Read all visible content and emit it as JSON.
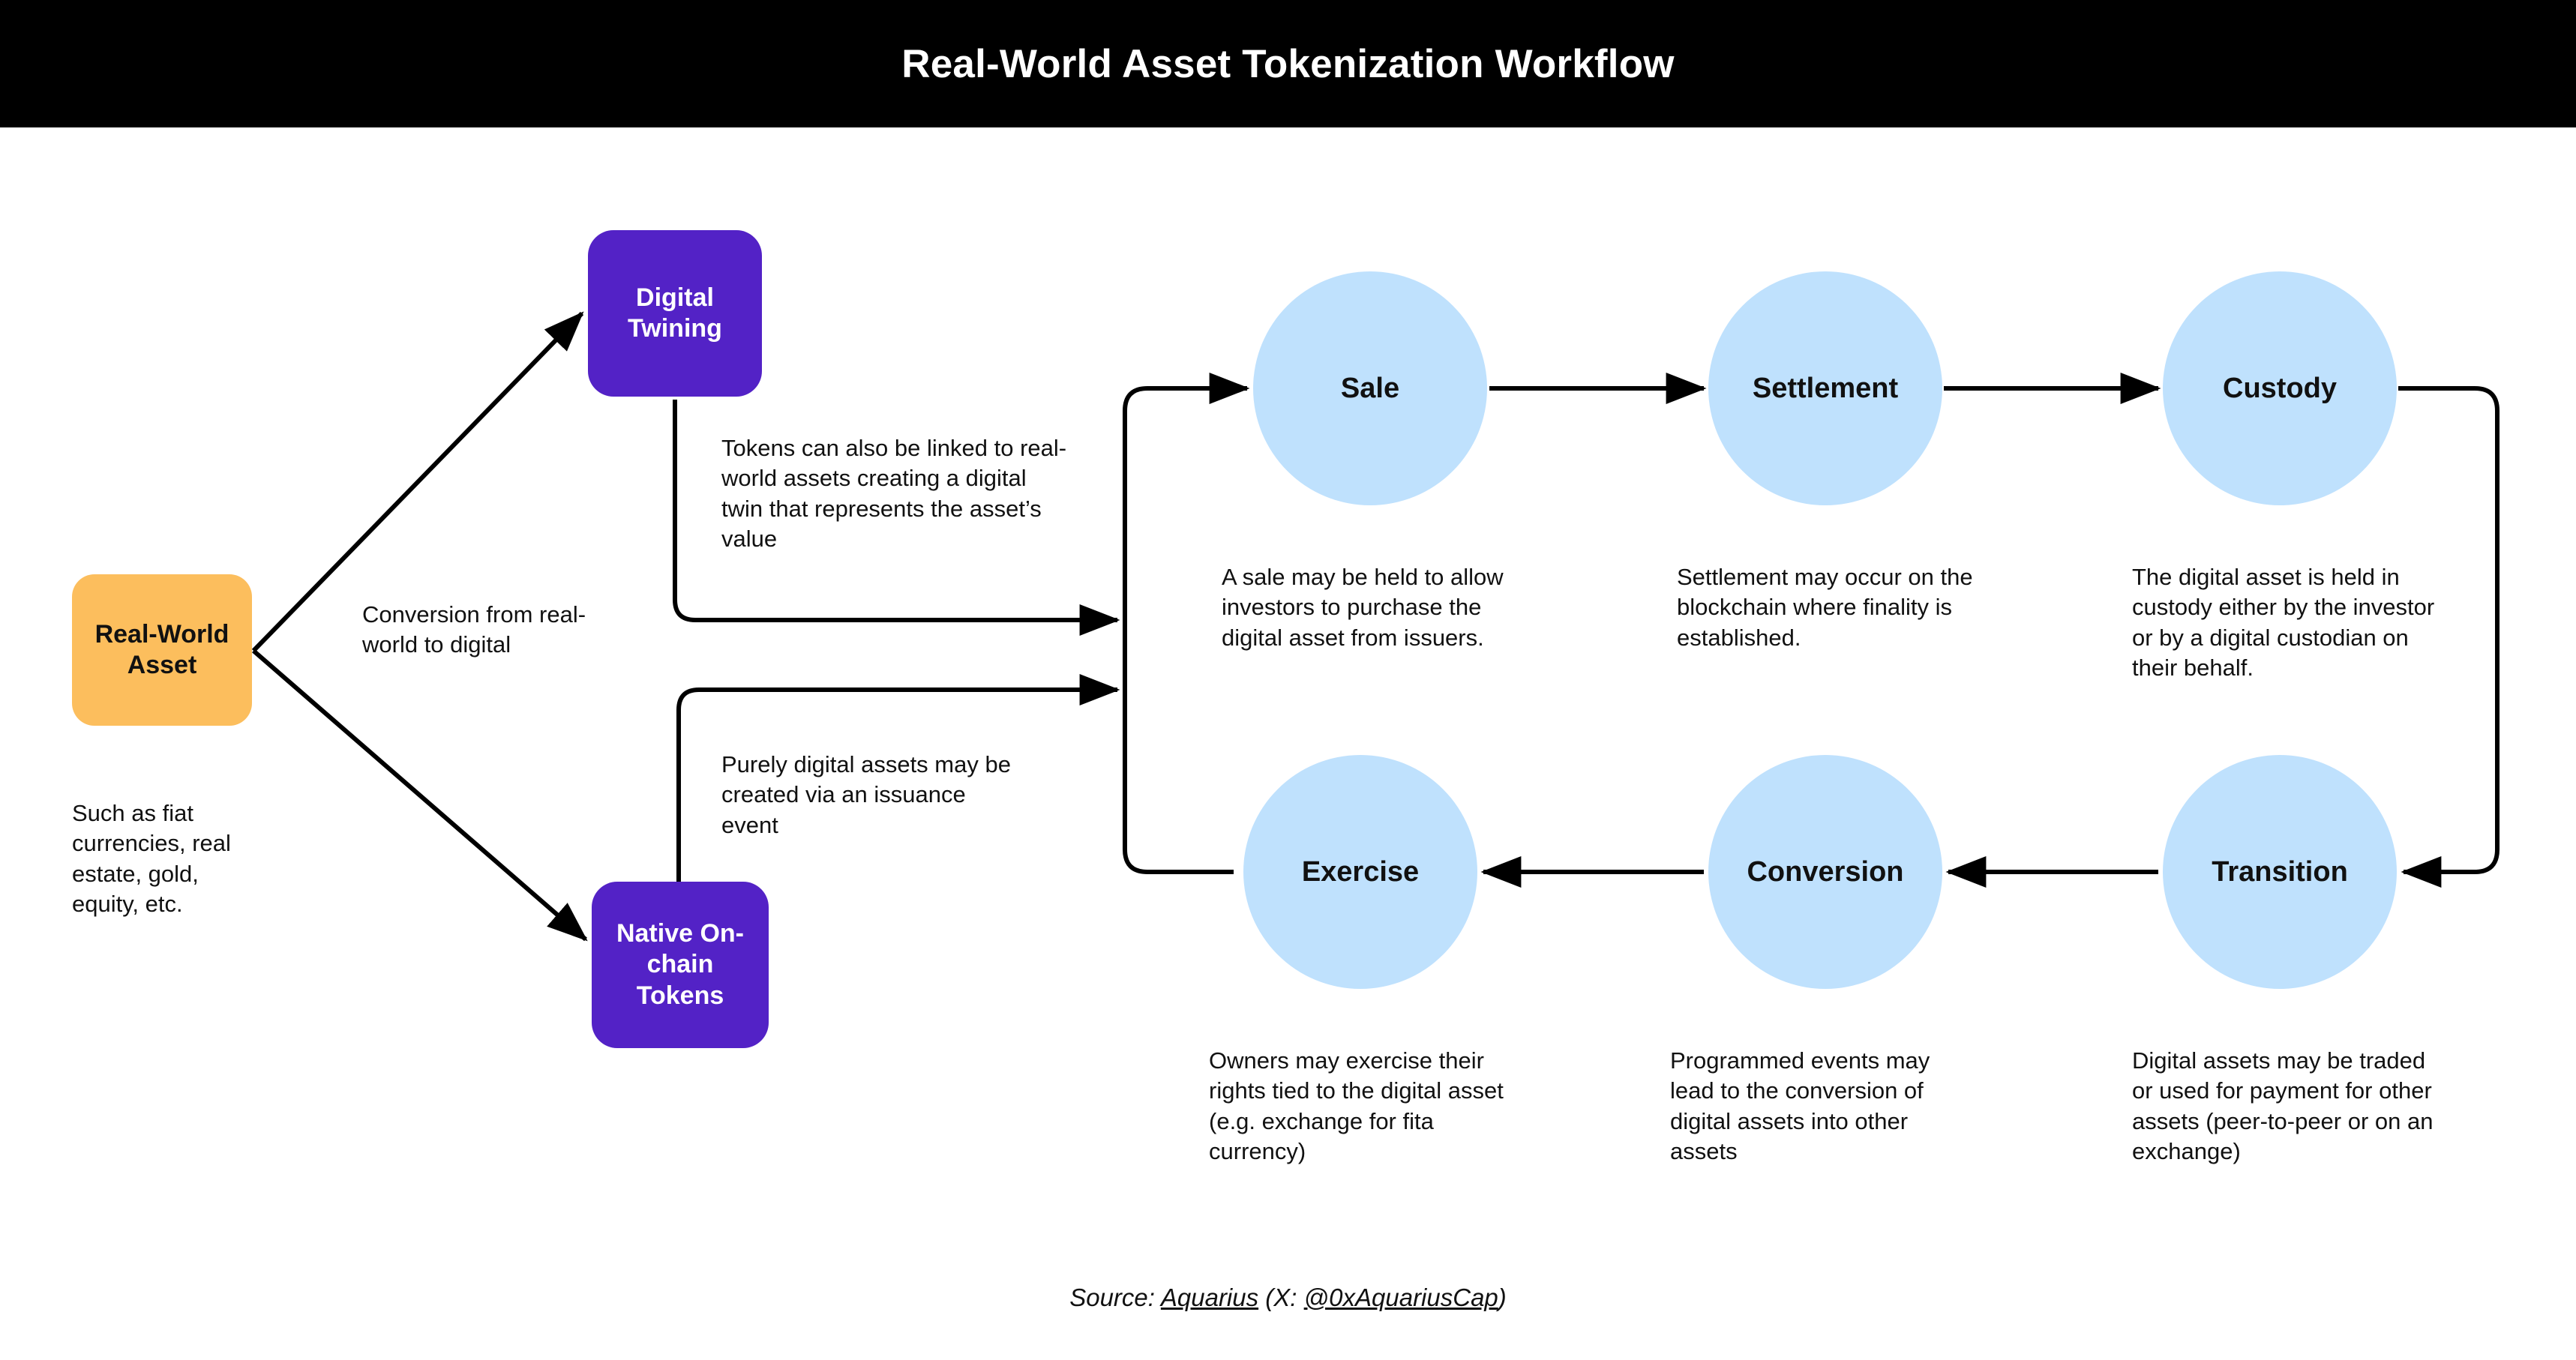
{
  "header": {
    "title": "Real-World Asset Tokenization Workflow",
    "background_color": "#000000",
    "text_color": "#ffffff"
  },
  "colors": {
    "orange_node": "#FCBE5D",
    "purple_node": "#5322C6",
    "blue_circle": "#BFE1FD",
    "connector": "#000000",
    "page_background": "#ffffff"
  },
  "nodes": {
    "real_world_asset": {
      "label": "Real-World Asset",
      "note": "Such as fiat currencies, real estate, gold, equity, etc."
    },
    "digital_twining": {
      "label": "Digital Twining",
      "note": "Tokens can also be linked to real-world assets creating a digital twin that represents the asset’s value"
    },
    "native_onchain_tokens": {
      "label": "Native On-chain Tokens",
      "note": "Purely digital assets may be created via an issuance event"
    }
  },
  "edge_labels": {
    "conversion": "Conversion from real-world to digital"
  },
  "lifecycle": {
    "top_row": [
      {
        "label": "Sale",
        "note": "A sale may be held to allow investors to purchase the digital asset from issuers."
      },
      {
        "label": "Settlement",
        "note": "Settlement may occur on the blockchain where finality is established."
      },
      {
        "label": "Custody",
        "note": "The digital asset is held in custody either by the investor or by a digital custodian on their behalf."
      }
    ],
    "bottom_row": [
      {
        "label": "Exercise",
        "note": "Owners may exercise their rights tied to the digital asset (e.g. exchange for fita currency)"
      },
      {
        "label": "Conversion",
        "note": "Programmed events may lead to the conversion of digital assets into other assets"
      },
      {
        "label": "Transition",
        "note": "Digital assets may be traded or used for payment for other assets (peer-to-peer or on an exchange)"
      }
    ]
  },
  "footer": {
    "prefix": "Source: ",
    "source_link": "Aquarius",
    "middle": " (X: ",
    "handle_link": "@0xAquariusCap",
    "suffix": ")"
  }
}
